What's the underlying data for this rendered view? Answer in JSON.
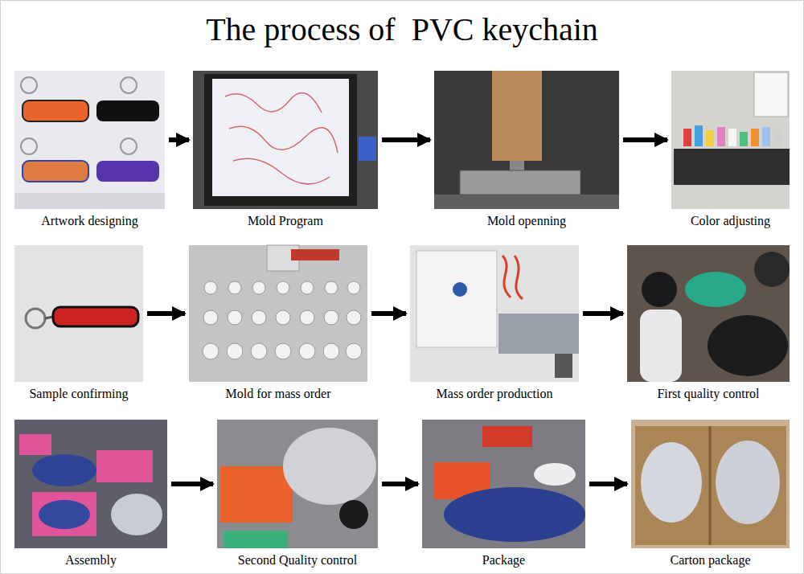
{
  "diagram": {
    "title": "The process of  PVC keychain",
    "nodes": [
      {
        "text": [
          "Artwork designing"
        ]
      },
      {
        "text": [
          "Mold Program"
        ]
      },
      {
        "text": [
          "Mold openning"
        ]
      },
      {
        "text": [
          "Color adjusting"
        ]
      },
      {
        "text": [
          "Sample confirming"
        ]
      },
      {
        "text": [
          "Mold for mass order"
        ]
      },
      {
        "text": [
          "Mass order production"
        ]
      },
      {
        "text": [
          "First quality control"
        ]
      },
      {
        "text": [
          "Assembly"
        ]
      },
      {
        "text": [
          "Second Quality control"
        ]
      },
      {
        "text": [
          "Package"
        ]
      },
      {
        "text": [
          "Carton package"
        ]
      }
    ],
    "edges": [
      {
        "from": 0,
        "to": 1,
        "arrow": "to"
      },
      {
        "from": 1,
        "to": 2,
        "arrow": "to"
      },
      {
        "from": 2,
        "to": 3,
        "arrow": "to"
      },
      {
        "from": 4,
        "to": 5,
        "arrow": "to"
      },
      {
        "from": 5,
        "to": 6,
        "arrow": "to"
      },
      {
        "from": 6,
        "to": 7,
        "arrow": "to"
      },
      {
        "from": 8,
        "to": 9,
        "arrow": "to"
      },
      {
        "from": 9,
        "to": 10,
        "arrow": "to"
      },
      {
        "from": 10,
        "to": 11,
        "arrow": "to"
      }
    ]
  }
}
